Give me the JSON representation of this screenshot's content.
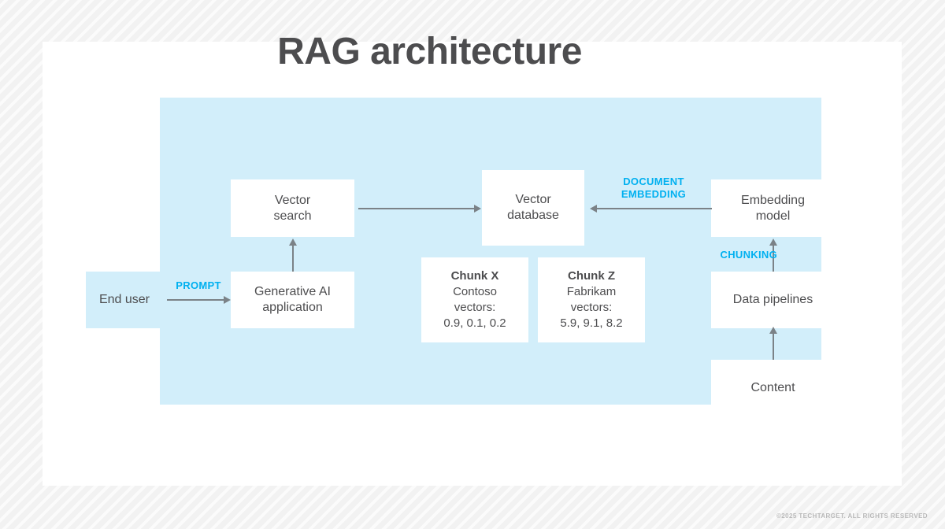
{
  "page": {
    "title": "RAG architecture",
    "footer_copyright": "©2025 TECHTARGET. ALL RIGHTS RESERVED"
  },
  "colors": {
    "panel_blue": "#d2eefa",
    "node_fill": "#ffffff",
    "text_dark": "#4d4d4f",
    "accent_cyan": "#00b0f0",
    "connector_gray": "#7b8287",
    "card_white": "#ffffff",
    "background_stripe": "#f2f2f2"
  },
  "diagram": {
    "nodes": [
      {
        "id": "end-user",
        "label": "End user",
        "style": "blue"
      },
      {
        "id": "genai",
        "label": "Generative AI application",
        "style": "white"
      },
      {
        "id": "vector-search",
        "label": "Vector search",
        "style": "white"
      },
      {
        "id": "vector-database",
        "label": "Vector database",
        "style": "white"
      },
      {
        "id": "embedding-model",
        "label": "Embedding model",
        "style": "white"
      },
      {
        "id": "data-pipelines",
        "label": "Data pipelines",
        "style": "white"
      },
      {
        "id": "content",
        "label": "Content",
        "style": "white"
      }
    ],
    "node_labels": {
      "end_user": "End user",
      "genai_line1": "Generative AI",
      "genai_line2": "application",
      "vector_search_line1": "Vector",
      "vector_search_line2": "search",
      "vector_database_line1": "Vector",
      "vector_database_line2": "database",
      "embedding_model_line1": "Embedding",
      "embedding_model_line2": "model",
      "data_pipelines": "Data pipelines",
      "content": "Content"
    },
    "chunks": [
      {
        "title": "Chunk X",
        "source": "Contoso",
        "vectors_label": "vectors:",
        "vectors": "0.9, 0.1, 0.2"
      },
      {
        "title": "Chunk Z",
        "source": "Fabrikam",
        "vectors_label": "vectors:",
        "vectors": "5.9, 9.1, 8.2"
      }
    ],
    "connector_labels": {
      "prompt": "PROMPT",
      "document_embedding_line1": "DOCUMENT",
      "document_embedding_line2": "EMBEDDING",
      "chunking": "CHUNKING"
    },
    "edges": [
      {
        "from": "end-user",
        "to": "genai",
        "direction": "right",
        "label": "PROMPT"
      },
      {
        "from": "genai",
        "to": "vector-search",
        "direction": "up",
        "label": ""
      },
      {
        "from": "vector-search",
        "to": "vector-database",
        "direction": "right",
        "label": ""
      },
      {
        "from": "embedding-model",
        "to": "vector-database",
        "direction": "left",
        "label": "DOCUMENT EMBEDDING"
      },
      {
        "from": "data-pipelines",
        "to": "embedding-model",
        "direction": "up",
        "label": "CHUNKING"
      },
      {
        "from": "content",
        "to": "data-pipelines",
        "direction": "up",
        "label": ""
      }
    ]
  }
}
